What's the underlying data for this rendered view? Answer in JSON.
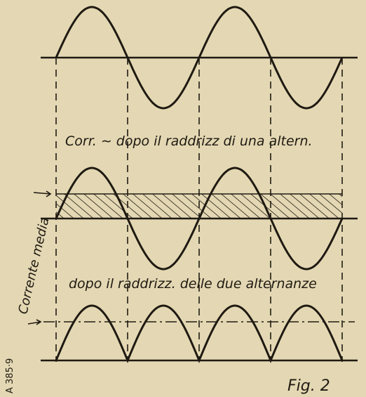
{
  "labels": {
    "caption_half_wave": "Corr. ∼ dopo il raddrizz di una altern.",
    "caption_full_wave": "dopo il raddrizz. delle due alternanze",
    "side_label": "Corrente media",
    "figure_label": "Fig. 2",
    "plate_code": "A 385·9"
  },
  "colors": {
    "paper": "#e4d8b4",
    "ink": "#1f1a12"
  },
  "panels": [
    {
      "name": "alternating-current",
      "shape": "sine"
    },
    {
      "name": "half-wave-rectified",
      "shape": "sine-with-mean-band"
    },
    {
      "name": "full-wave-rectified",
      "shape": "rectified-humps"
    }
  ]
}
